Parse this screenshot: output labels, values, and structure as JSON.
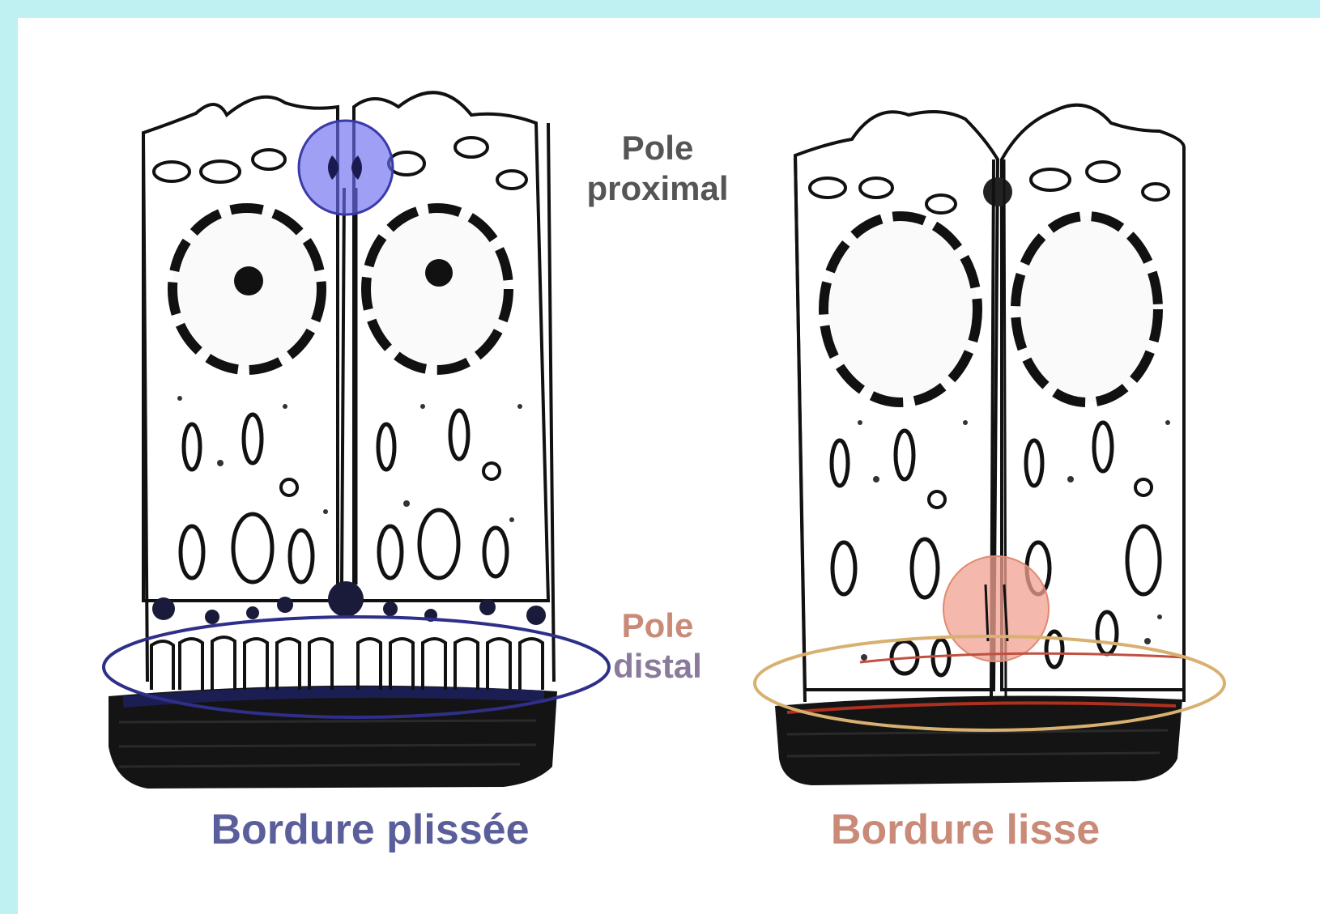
{
  "labels": {
    "pole_proximal_line1": "Pole",
    "pole_proximal_line2": "proximal",
    "pole_distal_line1": "Pole",
    "pole_distal_line2": "distal",
    "left_caption": "Bordure plissée",
    "right_caption": "Bordure lisse"
  },
  "colors": {
    "background_frame": "#bff0f2",
    "ink": "#111111",
    "label_gray": "#555555",
    "left_highlight": "#6a6cf0",
    "left_highlight_stroke": "#3a3aa8",
    "left_caption": "#5a5e9a",
    "right_highlight": "#f0a090",
    "right_highlight_stroke": "#d08a70",
    "right_caption": "#c98a78",
    "distal_label": "#8a7a9c",
    "dark_band": "#141414",
    "navy_band": "#1c1f5a",
    "red_line": "#b03020"
  }
}
